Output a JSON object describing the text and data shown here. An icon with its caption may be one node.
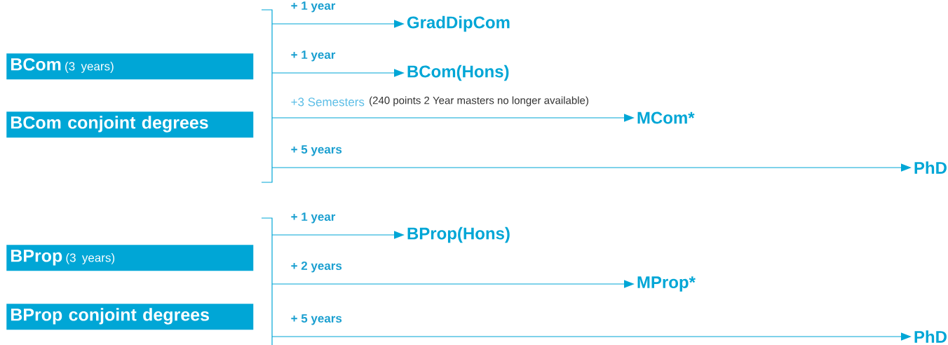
{
  "diagram": {
    "nodes": [
      {
        "text": [
          "BCom",
          "(3 years)"
        ]
      },
      {
        "text": [
          "BCom conjoint degrees"
        ]
      },
      {
        "text": [
          "BProp",
          "(3 years)"
        ]
      },
      {
        "text": [
          "BProp conjoint degrees"
        ]
      },
      {
        "text": [
          "GradDipCom"
        ]
      },
      {
        "text": [
          "BCom(Hons)"
        ]
      },
      {
        "text": [
          "MCom*"
        ]
      },
      {
        "text": [
          "PhD"
        ]
      },
      {
        "text": [
          "BProp(Hons)"
        ]
      },
      {
        "text": [
          "MProp*"
        ]
      },
      {
        "text": [
          "PhD"
        ]
      }
    ],
    "edges": [
      {
        "from": null,
        "to": 4,
        "arrow": "to",
        "label": "+ 1 year"
      },
      {
        "from": null,
        "to": 5,
        "arrow": "to",
        "label": "+ 1 year"
      },
      {
        "from": null,
        "to": 6,
        "arrow": "to",
        "label": "+3 Semesters"
      },
      {
        "from": null,
        "to": 7,
        "arrow": "to",
        "label": "+ 5 years"
      },
      {
        "from": null,
        "to": 8,
        "arrow": "to",
        "label": "+ 1 year"
      },
      {
        "from": null,
        "to": 9,
        "arrow": "to",
        "label": "+ 2 years"
      },
      {
        "from": null,
        "to": 10,
        "arrow": "to",
        "label": "+ 5 years"
      }
    ],
    "labels": [
      "(240 points 2 Year masters no longer available)"
    ]
  }
}
